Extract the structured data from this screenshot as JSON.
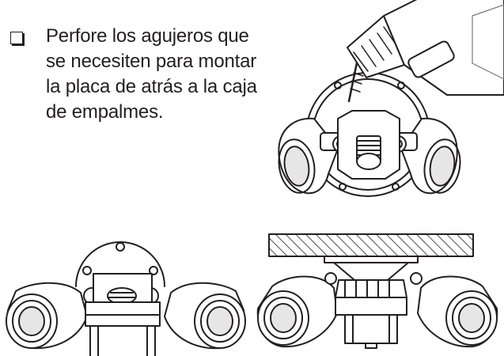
{
  "instruction": {
    "lines": [
      "Perfore los agujeros que",
      "se necesiten para montar",
      "la placa de atrás a la caja",
      "de empalmes."
    ]
  },
  "colors": {
    "ink": "#231f20",
    "paper": "#ffffff"
  },
  "icons": {
    "bullet": "open-checkbox"
  }
}
